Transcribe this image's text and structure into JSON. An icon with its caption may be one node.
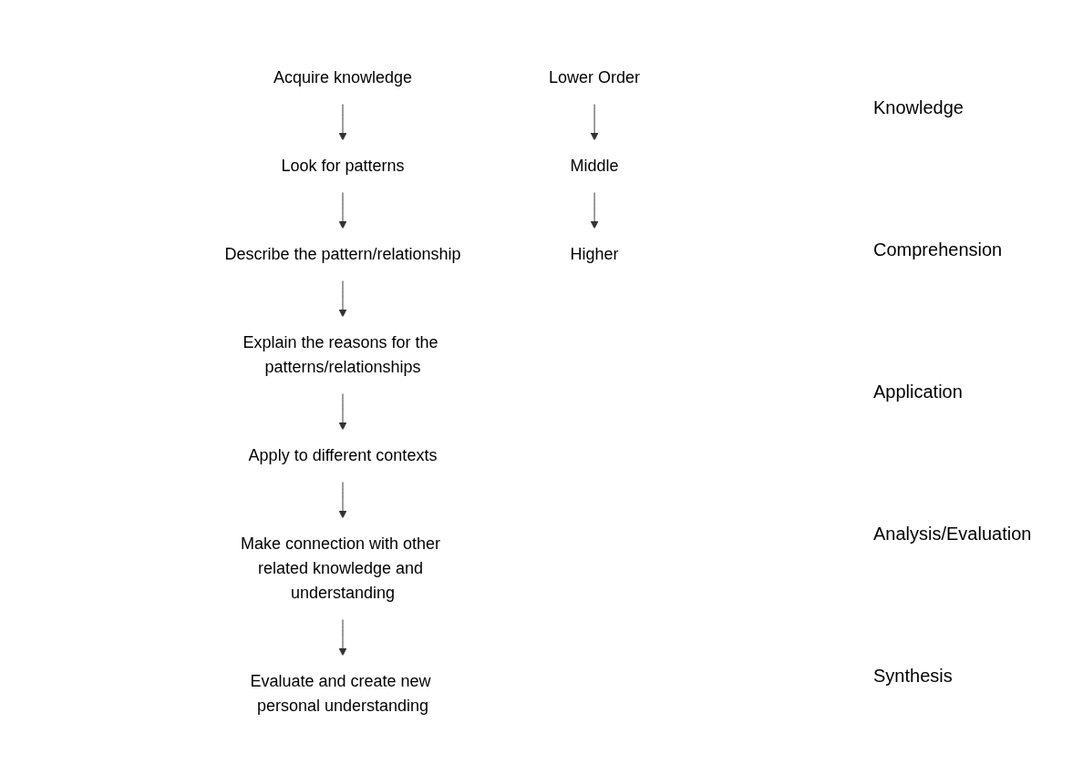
{
  "diagram": {
    "nodes": [
      {
        "text": [
          "Acquire knowledge"
        ]
      },
      {
        "text": [
          "Look for patterns"
        ]
      },
      {
        "text": [
          "Describe the pattern/relationship"
        ]
      },
      {
        "text": [
          "Explain the reasons for the patterns/relationships"
        ]
      },
      {
        "text": [
          "Apply to different contexts"
        ]
      },
      {
        "text": [
          "Make connection with other related knowledge and understanding"
        ]
      },
      {
        "text": [
          "Evaluate and create new personal understanding"
        ]
      },
      {
        "text": [
          "Lower Order"
        ]
      },
      {
        "text": [
          "Middle"
        ]
      },
      {
        "text": [
          "Higher"
        ]
      }
    ],
    "edges": [
      {
        "from": 0,
        "to": 1,
        "arrow": "to"
      },
      {
        "from": 1,
        "to": 2,
        "arrow": "to"
      },
      {
        "from": 2,
        "to": 3,
        "arrow": "to"
      },
      {
        "from": 3,
        "to": 4,
        "arrow": "to"
      },
      {
        "from": 4,
        "to": 5,
        "arrow": "to"
      },
      {
        "from": 5,
        "to": 6,
        "arrow": "to"
      },
      {
        "from": 7,
        "to": 8,
        "arrow": "to"
      },
      {
        "from": 8,
        "to": 9,
        "arrow": "to"
      }
    ],
    "labels": [
      "Knowledge",
      "Comprehension",
      "Application",
      "Analysis/Evaluation",
      "Synthesis"
    ]
  }
}
